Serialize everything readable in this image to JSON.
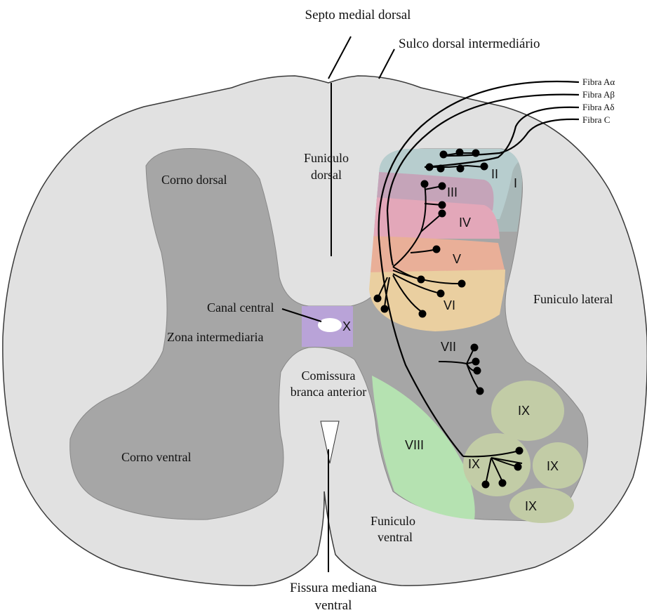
{
  "labels": {
    "septo_medial_dorsal": "Septo medial dorsal",
    "sulco_dorsal_intermediario": "Sulco dorsal intermediário",
    "fibra_a_alpha": "Fibra Aα",
    "fibra_a_beta": "Fibra Aβ",
    "fibra_a_delta": "Fibra Aδ",
    "fibra_c": "Fibra C",
    "corno_dorsal": "Corno dorsal",
    "funiculo_dorsal_1": "Funiculo",
    "funiculo_dorsal_2": "dorsal",
    "canal_central": "Canal central",
    "zona_intermediaria": "Zona intermediaria",
    "funiculo_lateral": "Funiculo lateral",
    "comissura_1": "Comissura",
    "comissura_2": "branca anterior",
    "corno_ventral": "Corno ventral",
    "funiculo_ventral_1": "Funiculo",
    "funiculo_ventral_2": "ventral",
    "fissura_1": "Fissura mediana",
    "fissura_2": "ventral"
  },
  "laminae": {
    "i": "I",
    "ii": "II",
    "iii": "III",
    "iv": "IV",
    "v": "V",
    "vi": "VI",
    "vii": "VII",
    "viii": "VIII",
    "ix_1": "IX",
    "ix_2": "IX",
    "ix_3": "IX",
    "ix_4": "IX",
    "x": "X"
  },
  "colors": {
    "white_matter": "#e1e1e1",
    "gray_matter": "#a6a6a6",
    "lamina_i": "#a9b9b9",
    "lamina_ii": "#b7cdce",
    "lamina_iii": "#c5a4b9",
    "lamina_iv": "#e3a7b9",
    "lamina_v": "#e9af98",
    "lamina_vi": "#eacfa0",
    "lamina_viii": "#b5e2b1",
    "lamina_ix": "#c2cca6",
    "lamina_x": "#b9a3d8"
  }
}
